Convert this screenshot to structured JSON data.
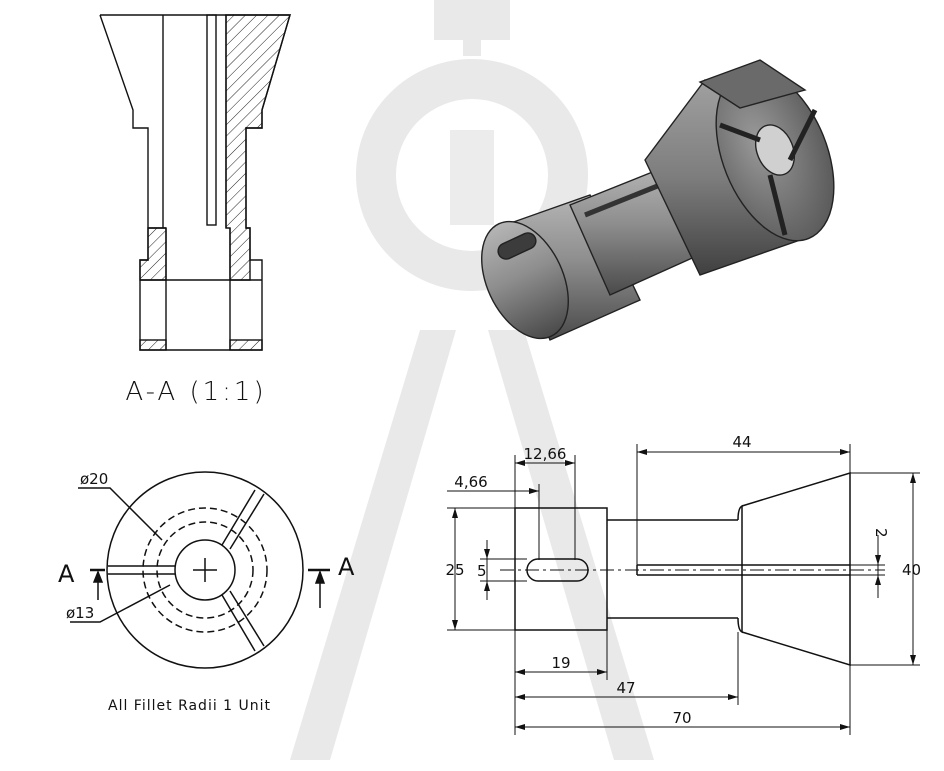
{
  "section_view": {
    "title": "A-A (1:1)"
  },
  "front_view": {
    "section_marker_left": "A",
    "section_marker_right": "A",
    "diameter_outer_label": "ø20",
    "diameter_inner_label": "ø13",
    "note": "All Fillet Radii 1 Unit"
  },
  "side_view": {
    "dims": {
      "d_44": "44",
      "d_12_66": "12,66",
      "d_4_66": "4,66",
      "d_25": "25",
      "d_5": "5",
      "d_2": "2",
      "d_40": "40",
      "d_19": "19",
      "d_47": "47",
      "d_70": "70"
    }
  },
  "iso_view": {
    "body_color": "#8a8a8a",
    "dark_color": "#3a3a3a",
    "light_color": "#c8c8c8"
  },
  "watermark": {
    "color": "#e8e8e8"
  }
}
